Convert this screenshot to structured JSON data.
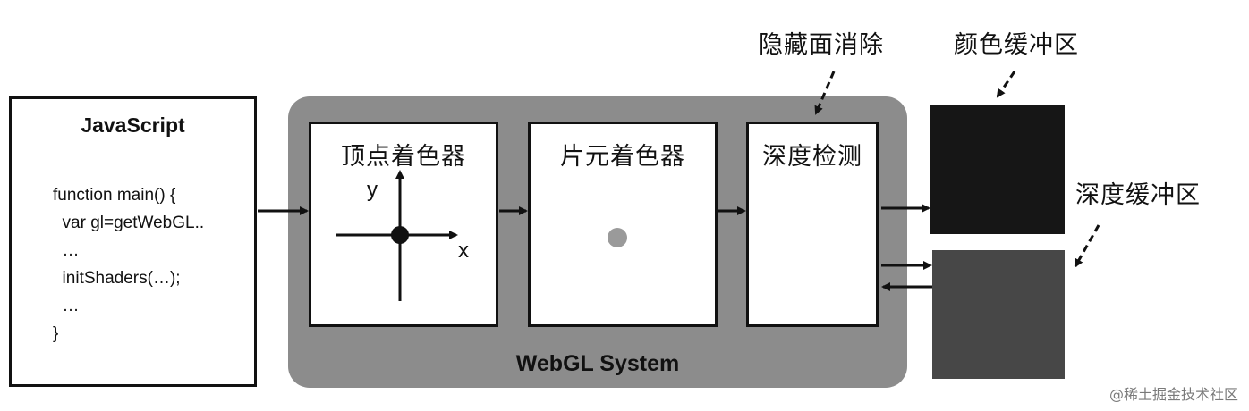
{
  "javascript": {
    "title": "JavaScript",
    "code": "function main() {\n  var gl=getWebGL..\n  …\n  initShaders(…);\n  …\n}"
  },
  "system": {
    "label": "WebGL System"
  },
  "stages": {
    "vertex": {
      "title": "顶点着色器",
      "axis_x": "x",
      "axis_y": "y"
    },
    "fragment": {
      "title": "片元着色器"
    },
    "depth": {
      "title": "深度检测"
    }
  },
  "callouts": {
    "hidden_surface": "隐藏面消除",
    "color_buffer": "颜色缓冲区",
    "depth_buffer": "深度缓冲区"
  },
  "colors": {
    "system_bg": "#8c8c8c",
    "color_buffer": "#161616",
    "depth_buffer": "#474747",
    "fragment_dot": "#9a9a9a"
  },
  "watermark": "@稀土掘金技术社区"
}
